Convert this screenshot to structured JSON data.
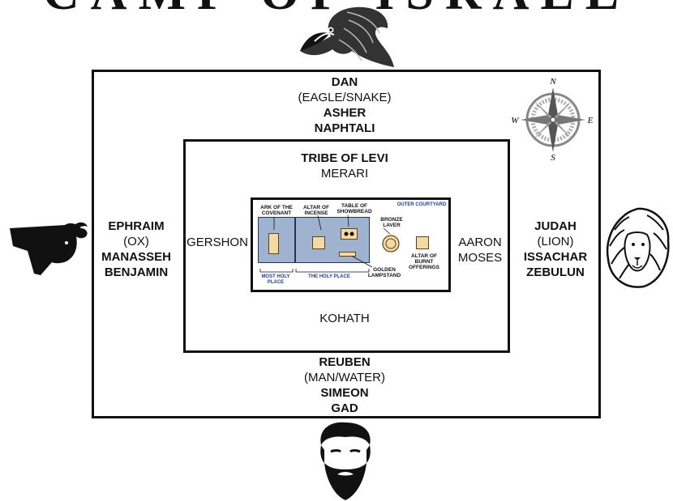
{
  "north": {
    "tribe": "DAN",
    "symbol": "(EAGLE/SNAKE)",
    "tribe2": "ASHER",
    "tribe3": "NAPHTALI"
  },
  "west": {
    "tribe": "EPHRAIM",
    "symbol": "(OX)",
    "tribe2": "MANASSEH",
    "tribe3": "BENJAMIN"
  },
  "east": {
    "tribe": "JUDAH",
    "symbol": "(LION)",
    "tribe2": "ISSACHAR",
    "tribe3": "ZEBULUN"
  },
  "south": {
    "tribe": "REUBEN",
    "symbol": "(MAN/WATER)",
    "tribe2": "SIMEON",
    "tribe3": "GAD"
  },
  "levi": {
    "title": "TRIBE OF LEVI",
    "north_clan": "MERARI",
    "west_clan": "GERSHON",
    "east_clan1": "AARON",
    "east_clan2": "MOSES",
    "south_clan": "KOHATH"
  },
  "compass": {
    "n": "N",
    "s": "S",
    "e": "E",
    "w": "W"
  },
  "tabernacle": {
    "outer_courtyard": "OUTER COURTYARD",
    "ark": [
      "ARK OF THE",
      "COVENANT"
    ],
    "altar_incense": [
      "ALTAR OF",
      "INCENSE"
    ],
    "showbread": [
      "TABLE OF",
      "SHOWBREAD"
    ],
    "laver": [
      "BRONZE",
      "LAVER"
    ],
    "lampstand": [
      "GOLDEN",
      "LAMPSTAND"
    ],
    "altar_burnt": [
      "ALTAR OF",
      "BURNT",
      "OFFERINGS"
    ],
    "most_holy": [
      "MOST HOLY",
      "PLACE"
    ],
    "holy_place": "THE HOLY PLACE"
  }
}
